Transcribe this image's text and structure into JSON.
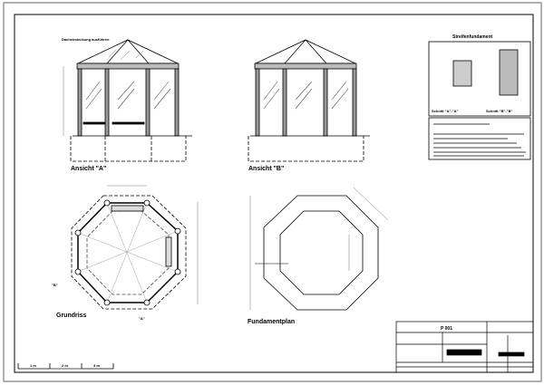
{
  "views": {
    "elevation_a": {
      "label": "Ansicht \"A\"",
      "roof_note": "Dacheindeckung ausführen"
    },
    "elevation_b": {
      "label": "Ansicht \"B\""
    },
    "floor_plan": {
      "label": "Grundriss",
      "section_marker_a": "\"A\"",
      "section_marker_b": "\"B\""
    },
    "foundation_plan": {
      "label": "Fundamentplan"
    }
  },
  "detail_panel": {
    "title": "Streifenfundament",
    "section_a": "Schnitt \"A\"-\"A\"",
    "section_b": "Schnitt \"B\"-\"B\""
  },
  "title_block": {
    "drawing_number": "P 001"
  },
  "scale_bar": {
    "labels": [
      "1 m",
      "2 m",
      "3 m"
    ]
  }
}
